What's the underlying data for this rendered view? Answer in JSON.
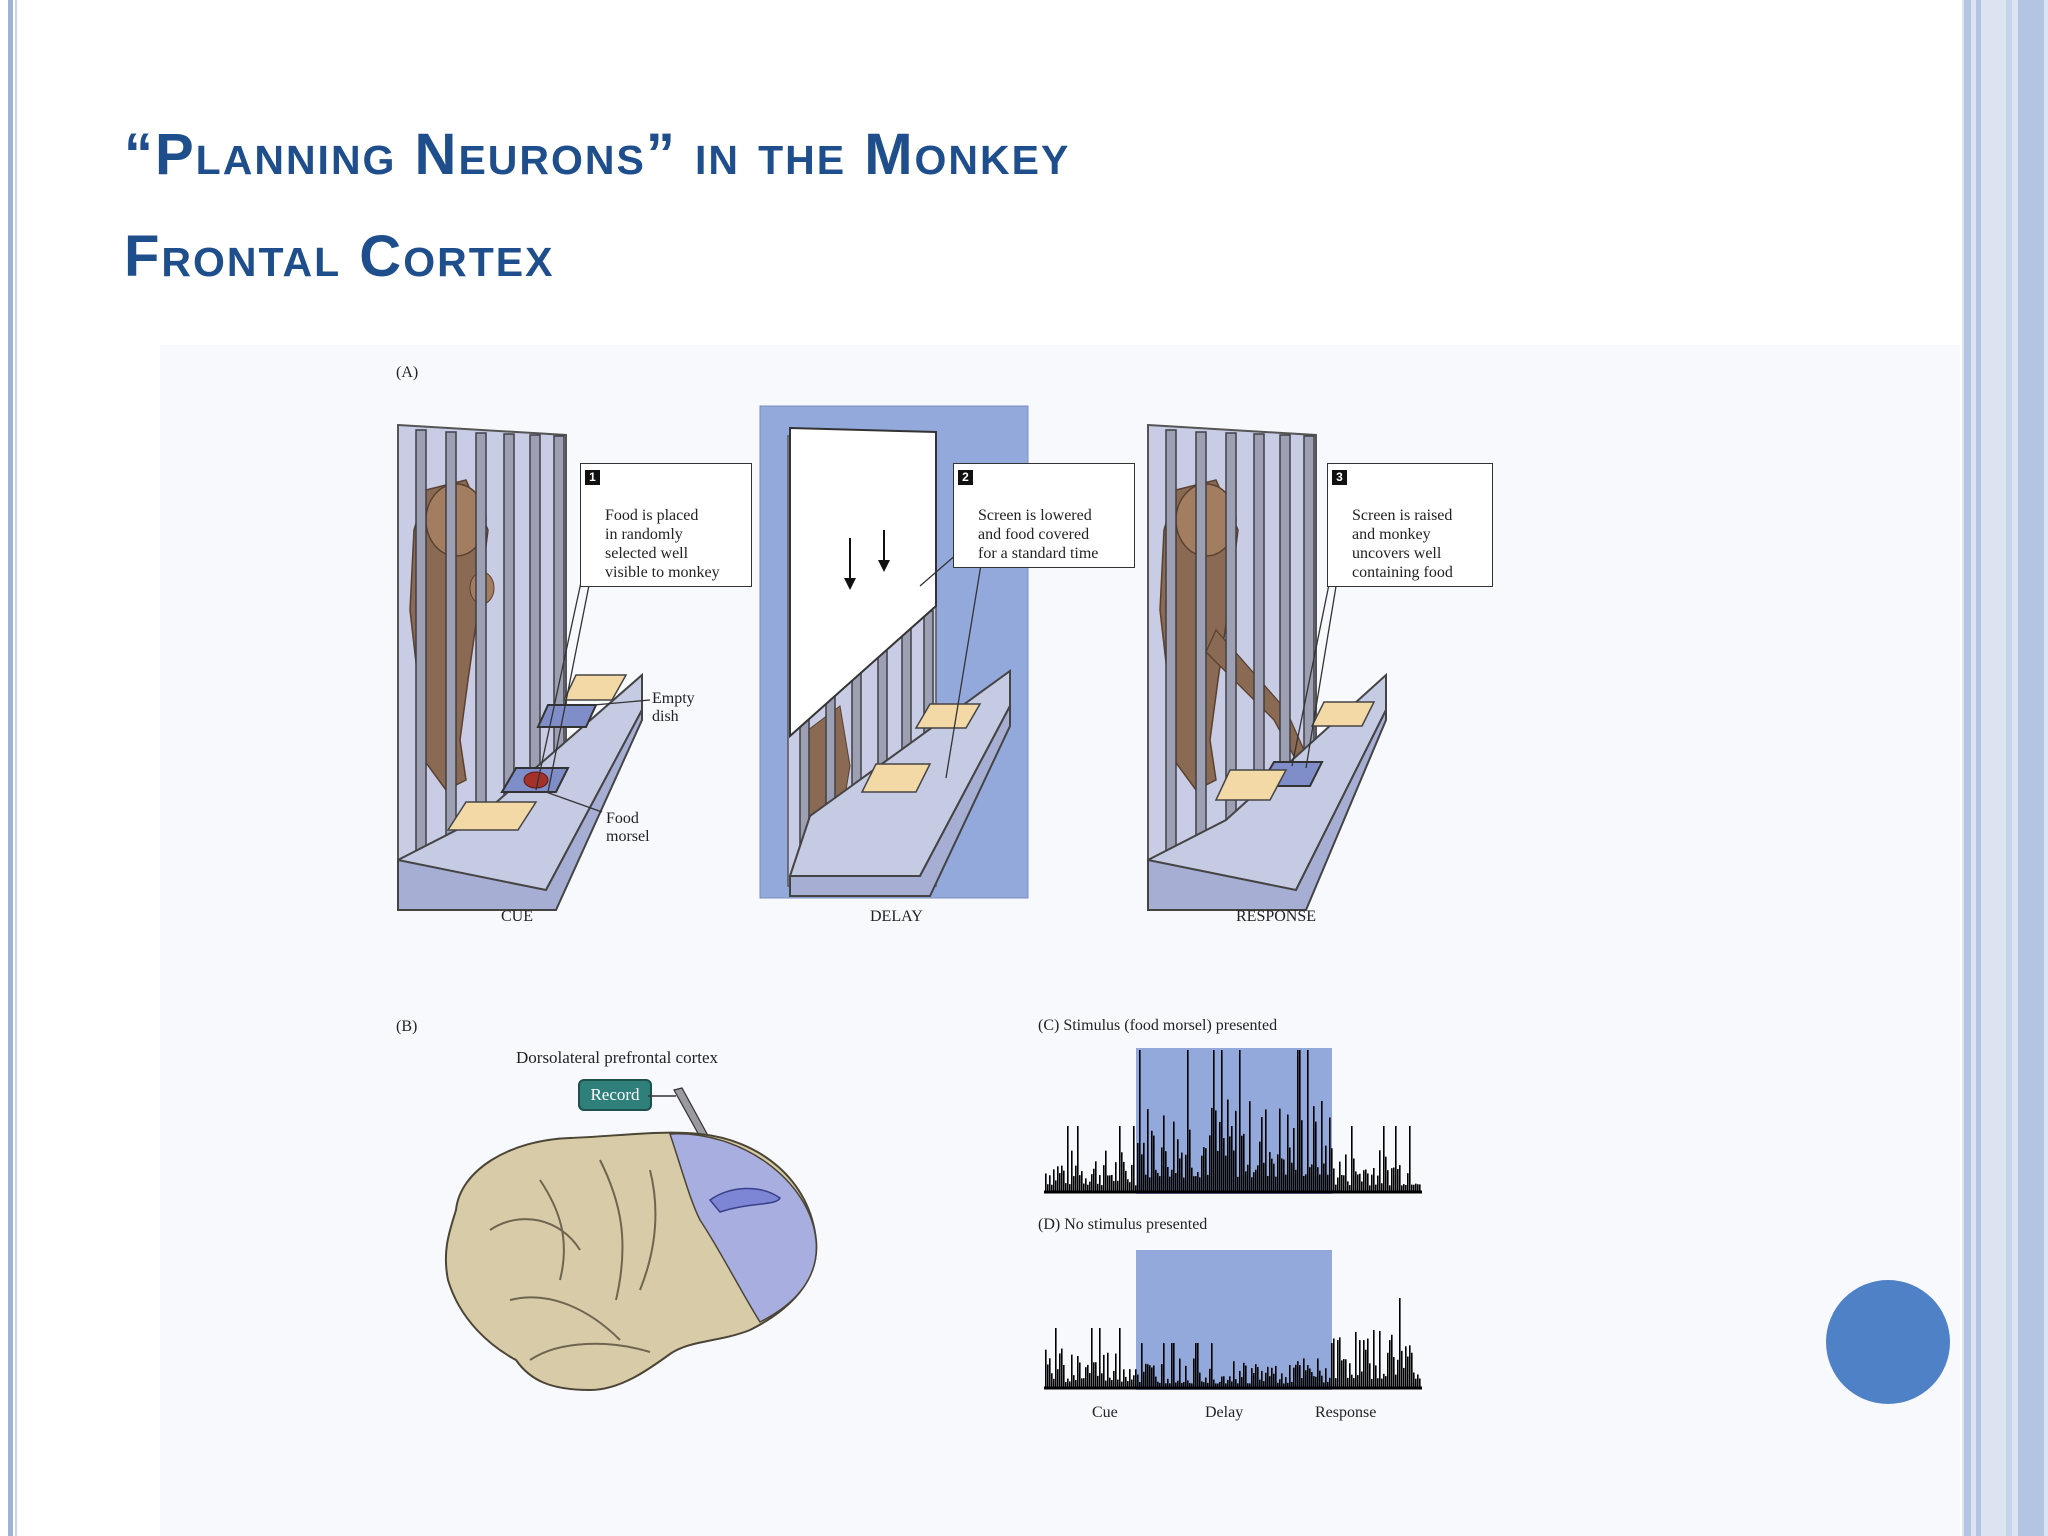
{
  "slide": {
    "title_line1": "“Planning Neurons” in the Monkey",
    "title_line2": "Frontal Cortex"
  },
  "panel_a": {
    "label": "(A)",
    "stages": [
      {
        "caption": "CUE",
        "callout_number": "1",
        "callout_text": "Food is placed\nin randomly\nselected well\nvisible to monkey",
        "annotations": [
          "Empty\ndish",
          "Food\nmorsel"
        ]
      },
      {
        "caption": "DELAY",
        "callout_number": "2",
        "callout_text": "Screen is lowered\nand food covered\nfor a standard time"
      },
      {
        "caption": "RESPONSE",
        "callout_number": "3",
        "callout_text": "Screen is raised\nand monkey\nuncovers well\ncontaining food"
      }
    ]
  },
  "panel_b": {
    "label": "(B)",
    "region_label": "Dorsolateral prefrontal cortex",
    "record_label": "Record"
  },
  "panel_c": {
    "label": "(C)  Stimulus (food morsel) presented"
  },
  "panel_d": {
    "label": "(D)  No stimulus presented",
    "x_labels": [
      "Cue",
      "Delay",
      "Response"
    ]
  },
  "colors": {
    "title": "#1f4e8c",
    "accent_circle": "#4f81c7",
    "delay_shade": "#93a9dc",
    "tray": "#c6cbe4",
    "record_tag": "#2f7f7b"
  }
}
